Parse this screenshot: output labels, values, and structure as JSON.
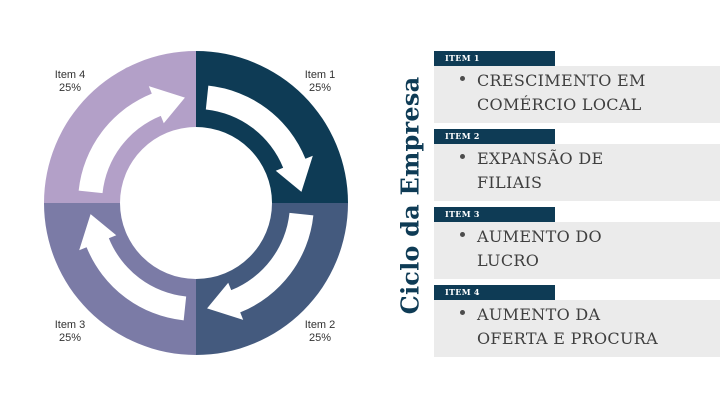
{
  "title": "Ciclo da Empresa",
  "chart_data": {
    "type": "pie",
    "variant": "donut",
    "categories": [
      "Item 1",
      "Item 2",
      "Item 3",
      "Item 4"
    ],
    "values": [
      25,
      25,
      25,
      25
    ],
    "value_labels": [
      "25%",
      "25%",
      "25%",
      "25%"
    ],
    "colors": [
      "#0e3b55",
      "#445a7e",
      "#7b7ba6",
      "#b3a0c8"
    ],
    "arrow_color": "#ffffff",
    "direction": "clockwise"
  },
  "items": [
    {
      "tag": "ITEM 1",
      "text": [
        "CRESCIMENTO EM",
        "COMÉRCIO LOCAL"
      ]
    },
    {
      "tag": "ITEM 2",
      "text": [
        "EXPANSÃO DE",
        "FILIAIS"
      ]
    },
    {
      "tag": "ITEM 3",
      "text": [
        "AUMENTO DO",
        "LUCRO"
      ]
    },
    {
      "tag": "ITEM 4",
      "text": [
        "AUMENTO DA",
        "OFERTA E PROCURA"
      ]
    }
  ],
  "colors": {
    "accent": "#0e3b55",
    "card_bg": "#ebebeb",
    "text": "#3f3f3f"
  }
}
